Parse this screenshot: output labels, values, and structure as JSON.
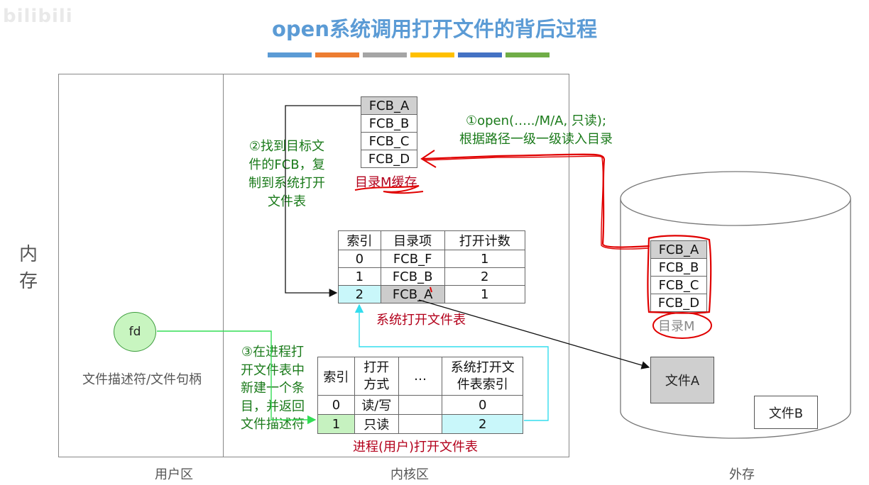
{
  "watermark": "bilibili",
  "title": "open系统调用打开文件的背后过程",
  "title_bar_colors": [
    "#5b9bd5",
    "#ed7d31",
    "#a5a5a5",
    "#ffc000",
    "#4472c4",
    "#70ad47"
  ],
  "memory_label": "内存",
  "regions": {
    "user": "用户区",
    "kernel": "内核区",
    "external": "外存"
  },
  "dir_cache": {
    "rows": [
      "FCB_A",
      "FCB_B",
      "FCB_C",
      "FCB_D"
    ],
    "caption": "目录M缓存"
  },
  "disk_dir": {
    "rows": [
      "FCB_A",
      "FCB_B",
      "FCB_C",
      "FCB_D"
    ],
    "caption": "目录M"
  },
  "step1": {
    "line1": "①open(…../M/A, 只读);",
    "line2": "根据路径一级一级读入目录"
  },
  "step2": {
    "lines": [
      "②找到目标文",
      "件的FCB，复",
      "制到系统打开",
      "文件表"
    ]
  },
  "step3": {
    "lines": [
      "③在进程打",
      "开文件表中",
      "新建一个条",
      "目，并返回",
      "文件描述符"
    ]
  },
  "system_open_table": {
    "headers": [
      "索引",
      "目录项",
      "打开计数"
    ],
    "rows": [
      [
        "0",
        "FCB_F",
        "1"
      ],
      [
        "1",
        "FCB_B",
        "2"
      ],
      [
        "2",
        "FCB_A",
        "1"
      ]
    ],
    "caption": "系统打开文件表"
  },
  "process_open_table": {
    "headers": [
      "索引",
      "打开\n方式",
      "…",
      "系统打开文\n件表索引"
    ],
    "rows": [
      [
        "0",
        "读/写",
        "",
        "0"
      ],
      [
        "1",
        "只读",
        "",
        "2"
      ]
    ],
    "caption": "进程(用户)打开文件表"
  },
  "fd": {
    "label": "fd",
    "caption": "文件描述符/文件句柄"
  },
  "files": {
    "a": "文件A",
    "b": "文件B"
  },
  "colors": {
    "title": "#5b9bd5",
    "annotation_green": "#1a7a1a",
    "caption_red": "#b3001b",
    "highlight_cyan": "#c9f7fa",
    "highlight_gray": "#cccccc",
    "highlight_green": "#c6f2c0",
    "marker_red": "#e00000"
  }
}
